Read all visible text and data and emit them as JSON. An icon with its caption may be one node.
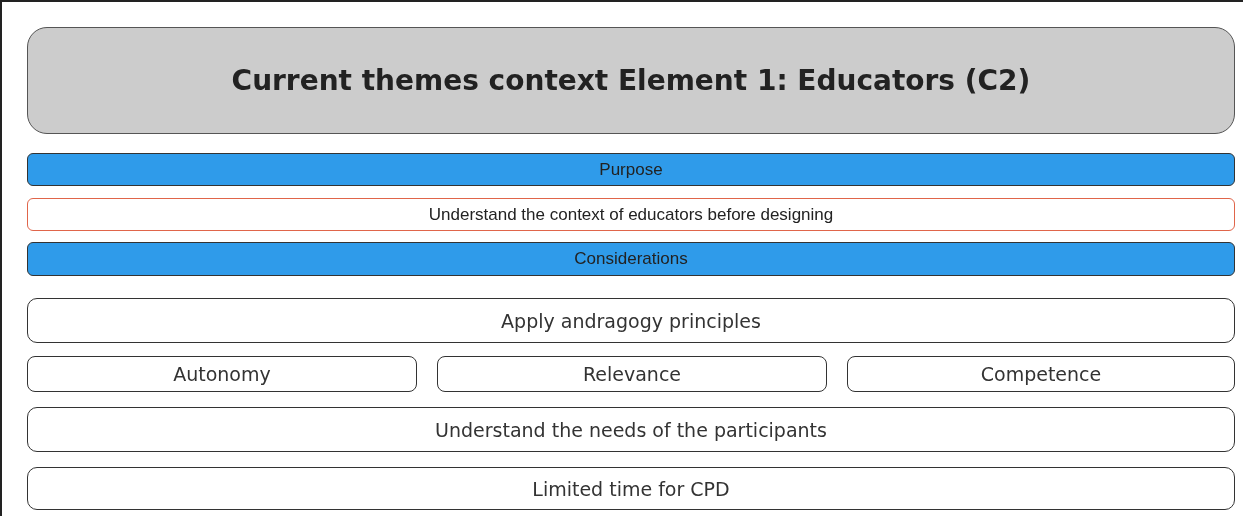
{
  "diagram": {
    "nodes": [
      {
        "text": [
          "Current themes context Element 1: Educators (C2)"
        ]
      },
      {
        "text": [
          "Purpose"
        ]
      },
      {
        "text": [
          "Understand the context of educators before designing"
        ]
      },
      {
        "text": [
          "Considerations"
        ]
      },
      {
        "text": [
          "Apply andragogy principles"
        ]
      },
      {
        "text": [
          "Autonomy"
        ]
      },
      {
        "text": [
          "Relevance"
        ]
      },
      {
        "text": [
          "Competence"
        ]
      },
      {
        "text": [
          "Understand the needs of the participants"
        ]
      },
      {
        "text": [
          "Limited time for CPD"
        ]
      }
    ]
  }
}
